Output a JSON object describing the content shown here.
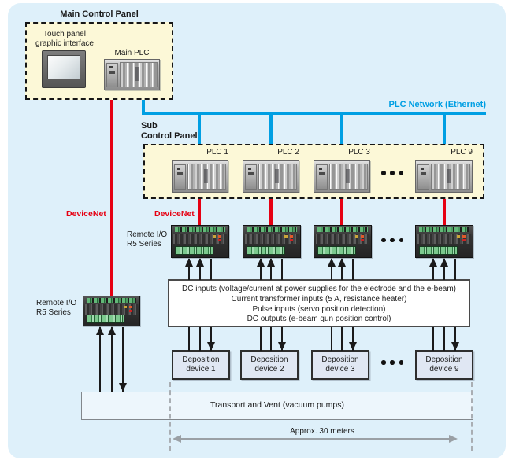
{
  "colors": {
    "panel_background": "#def0fa",
    "control_panel_fill": "#fcf8d7",
    "ethernet_blue": "#009fe3",
    "devicenet_red": "#e60012",
    "device_box_fill": "#e0e7f3"
  },
  "main_panel": {
    "title": "Main Control Panel",
    "touch_line1": "Touch panel",
    "touch_line2": "graphic interface",
    "plc_label": "Main PLC"
  },
  "network_label": "PLC Network (Ethernet)",
  "sub_panel": {
    "title_line1": "Sub",
    "title_line2": "Control Panel",
    "plc_labels": [
      "PLC 1",
      "PLC 2",
      "PLC 3",
      "PLC 9"
    ]
  },
  "devicenet": {
    "left": "DeviceNet",
    "right": "DeviceNet"
  },
  "remote_io_top": {
    "line1": "Remote I/O",
    "line2": "R5 Series"
  },
  "remote_io_left": {
    "line1": "Remote I/O",
    "line2": "R5 Series"
  },
  "io_signals": {
    "line1": "DC inputs (voltage/current at power supplies for the electrode and the e-beam)",
    "line2": "Current transformer inputs (5 A, resistance heater)",
    "line3": "Pulse inputs (servo position detection)",
    "line4": "DC outputs (e-beam gun position control)"
  },
  "devices": [
    {
      "line1": "Deposition",
      "line2": "device 1"
    },
    {
      "line1": "Deposition",
      "line2": "device 2"
    },
    {
      "line1": "Deposition",
      "line2": "device 3"
    },
    {
      "line1": "Deposition",
      "line2": "device 9"
    }
  ],
  "transport_label": "Transport and Vent (vacuum pumps)",
  "dimension_label": "Approx. 30 meters"
}
